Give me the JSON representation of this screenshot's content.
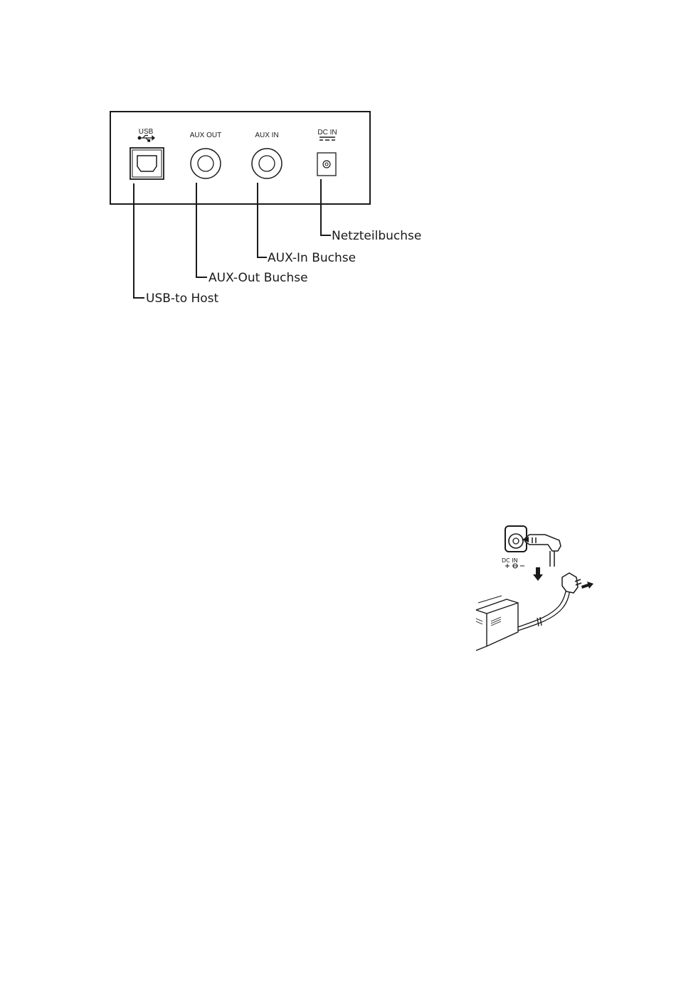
{
  "panel": {
    "usb_label": "USB",
    "aux_out_label": "AUX OUT",
    "aux_in_label": "AUX IN",
    "dc_in_label": "DC IN"
  },
  "callouts": {
    "netzteil": "Netzteilbuchse",
    "aux_in": "AUX-In Buchse",
    "aux_out": "AUX-Out Buchse",
    "usb": "USB-to Host"
  },
  "adapter": {
    "dc_in_label": "DC IN"
  },
  "colors": {
    "line": "#1a1a1a",
    "background": "#ffffff"
  }
}
